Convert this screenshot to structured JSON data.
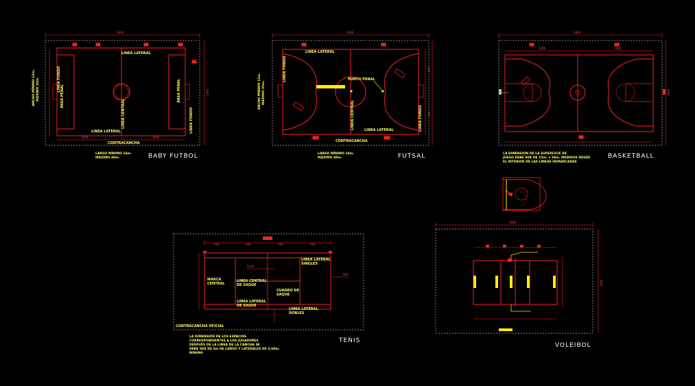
{
  "colors": {
    "line": "#ff2020",
    "text": "#ffff66",
    "title": "#ffffff",
    "dash": "#bbbbbb",
    "accent": "#ffee00",
    "background": "#000000"
  },
  "baby": {
    "title": "BABY FUTBOL",
    "dim_top": "1800",
    "dim_left1": "1200",
    "dim_left2": "1200",
    "dim_right": "2400",
    "linea_lateral_top": "LINEA LATERAL",
    "linea_lateral_bottom": "LINEA LATERAL",
    "linea_central": "LINEA CENTRAL",
    "linea_fondo_left": "LINEA FONDO",
    "linea_fondo_right": "LINEA FONDO",
    "area_penal_left": "ÁREA PENAL",
    "area_penal_right": "ÁREA PENAL",
    "ancho_1": "ANCHO MÍNIMO 12m.",
    "ancho_2": "MÁXIMO 20m.",
    "contracancha": "CONTRACANCHA",
    "largo_1": "LARGO MÍNIMO 24m.",
    "largo_2": "MÁXIMO 40m."
  },
  "futsal": {
    "title": "FUTSAL",
    "dim_top": "1800",
    "dim_right1": "600",
    "dim_right2": "600",
    "linea_lateral_top": "LINEA LATERAL",
    "linea_lateral_bottom": "LINEA LATERAL",
    "linea_central": "LINEA CENTRAL",
    "linea_fondo_left": "LINEA FONDO",
    "linea_fondo_right": "LINEA FONDO",
    "punto_penal": "PUNTO PENAL",
    "ancho_1": "ANCHO MÍNIMO 12m.",
    "ancho_2": "MÁXIMO 20m.",
    "contracancha": "CONTRACANCHA",
    "largo_1": "LARGO MÍNIMO 24m.",
    "largo_2": "MÁXIMO 40m."
  },
  "basket": {
    "title": "BASKETBALL",
    "dim_top": "1800",
    "dim_left": "1400",
    "dim_right": "1400",
    "dim_right_side": "2000",
    "note_1": "LA DIMENSIÓN DE LA SUPERFICIE DE",
    "note_2": "JUEGO DEBE SER DE 15m. x 28m. MEDIDOS DESDE",
    "note_3": "EL INTERIOR DE LAS LINEAS DEMARCADAS"
  },
  "tenis": {
    "title": "TENIS",
    "dim_top1": "640",
    "dim_top2": "640",
    "dim_top3": "640",
    "dim_top4": "640",
    "dim_inner": "2100",
    "dim_right": "600",
    "linea_lateral_singles": "LINEA LATERAL",
    "singles": "SINGLES",
    "marca_central": "MARCA",
    "marca_central2": "CENTRAL",
    "linea_central_saque": "LINEA CENTRAL",
    "de_saque": "DE SAQUE",
    "cuadro_saque": "CUADRO DE",
    "cuadro_saque2": "SAQUE",
    "linea_lateral_saque": "LINEA LATERAL",
    "de_saque2": "DE SAQUE",
    "linea_lateral_dobles": "LINEA LATERAL",
    "dobles": "DOBLES",
    "contracancha": "CONTRACANCHA OFICIAL",
    "note_1": "LA DIMENSIÓN DE LOS ESPACIOS",
    "note_2": "CORRESPONDIENTES A LOS JUGADORES",
    "note_3": "DESPUÉS DE LA LINEA DE LA CANCHA SE",
    "note_4": "DEBE SER DE 6m DE LARGO Y LATERALES DE 3,60m.",
    "note_5": "MÍNIMO"
  },
  "voley": {
    "title": "VOLEIBOL",
    "dim_top": "1800",
    "dim_right": "3000"
  }
}
